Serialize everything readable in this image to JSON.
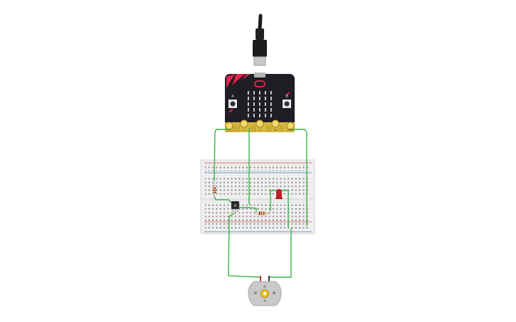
{
  "canvas": {
    "background": "#ffffff"
  },
  "components": {
    "usb_cable": {
      "icon": "usb-cable-icon"
    },
    "microbit": {
      "icon": "microbit-icon",
      "pins": [
        "0",
        "1",
        "2",
        "3V",
        "GND"
      ],
      "button_a": "A",
      "button_b": "B",
      "colors": {
        "board": "#1e1e24",
        "accent": "#e0224a",
        "gold": "#d8b63c"
      }
    },
    "breadboard": {
      "icon": "breadboard-icon",
      "colors": {
        "body": "#efefef",
        "red_rail": "#d9534f",
        "blue_rail": "#4a78c2"
      }
    },
    "resistor_1": {
      "icon": "resistor-icon"
    },
    "resistor_2": {
      "icon": "resistor-icon"
    },
    "transistor": {
      "icon": "transistor-icon",
      "label": "N"
    },
    "led": {
      "icon": "led-icon",
      "color": "#c21f1f"
    },
    "dc_motor": {
      "icon": "dc-motor-icon",
      "color": "#c9c9c9"
    }
  },
  "wires": {
    "color": "#3bb54a"
  }
}
